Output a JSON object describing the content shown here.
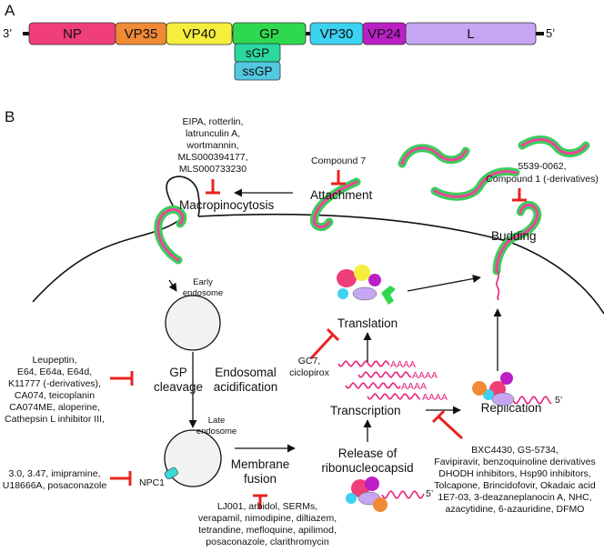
{
  "panel_a": {
    "label": "A",
    "end_left": "3’",
    "end_right": "5’",
    "genes": [
      {
        "name": "NP",
        "color": "#f03e78"
      },
      {
        "name": "VP35",
        "color": "#f08a35"
      },
      {
        "name": "VP40",
        "color": "#f6ee3c"
      },
      {
        "name": "GP",
        "color": "#2fd94f"
      },
      {
        "name": "VP30",
        "color": "#3cd2f2"
      },
      {
        "name": "VP24",
        "color": "#bb1fc6"
      },
      {
        "name": "L",
        "color": "#c6a6f2"
      }
    ],
    "secreted": [
      {
        "name": "sGP",
        "color": "#2ad8a0"
      },
      {
        "name": "ssGP",
        "color": "#52c8e0"
      }
    ]
  },
  "panel_b": {
    "label": "B",
    "steps": {
      "macropinocytosis": "Macropinocytosis",
      "attachment": "Attachment",
      "budding": "Budding",
      "early_endosome": [
        "Early",
        "endosome"
      ],
      "gp_cleavage": [
        "GP",
        "cleavage"
      ],
      "endosomal_acidification": [
        "Endosomal",
        "acidification"
      ],
      "late_endosome": [
        "Late",
        "endosome"
      ],
      "npc1": "NPC1",
      "membrane_fusion": [
        "Membrane",
        "fusion"
      ],
      "release": [
        "Release of",
        "ribonucleocapsid"
      ],
      "translation": "Translation",
      "transcription": "Transcription",
      "replication": "Replication",
      "polyA": "AAAA",
      "prime5": "5’"
    },
    "inhibitors": {
      "macropinocytosis": [
        "EIPA, rotterlin,",
        "latrunculin A,",
        "wortmannin,",
        "MLS000394177,",
        "MLS000733230"
      ],
      "attachment": [
        "Compound 7"
      ],
      "budding": [
        "5539-0062,",
        "Compound 1 (-derivatives)"
      ],
      "gp_cleavage": [
        "Leupeptin,",
        "E64, E64a, E64d,",
        "K11777 (-derivatives),",
        "CA074, teicoplanin",
        "CA074ME, aloperine,",
        "Cathepsin L inhibitor III,"
      ],
      "npc1": [
        "3.0, 3.47, imipramine,",
        "U18666A, posaconazole"
      ],
      "membrane_fusion": [
        "LJ001, arbidol, SERMs,",
        "verapamil, nimodipine, diltiazem,",
        "tetrandine, mefloquine, apilimod,",
        "posaconazole, clarithromycin"
      ],
      "translation": [
        "GC7,",
        "ciclopirox"
      ],
      "transcription": [
        "BXC4430, GS-5734,",
        "Favipiravir, benzoquinoline derivatives",
        "DHODH inhibitors, Hsp90 inhibitors,",
        "Tolcapone, Brincidofovir, Okadaic acid",
        "1E7-03, 3-deazaneplanocin A, NHC,",
        "azacytidine, 6-azauridine, DFMO"
      ]
    },
    "colors": {
      "inhibit": "#e8231f",
      "rna": "#e8237c",
      "virion_core": "#f0449a",
      "virion_spike": "#3ccc5c",
      "endosome_fill": "#f2f2f2"
    }
  }
}
